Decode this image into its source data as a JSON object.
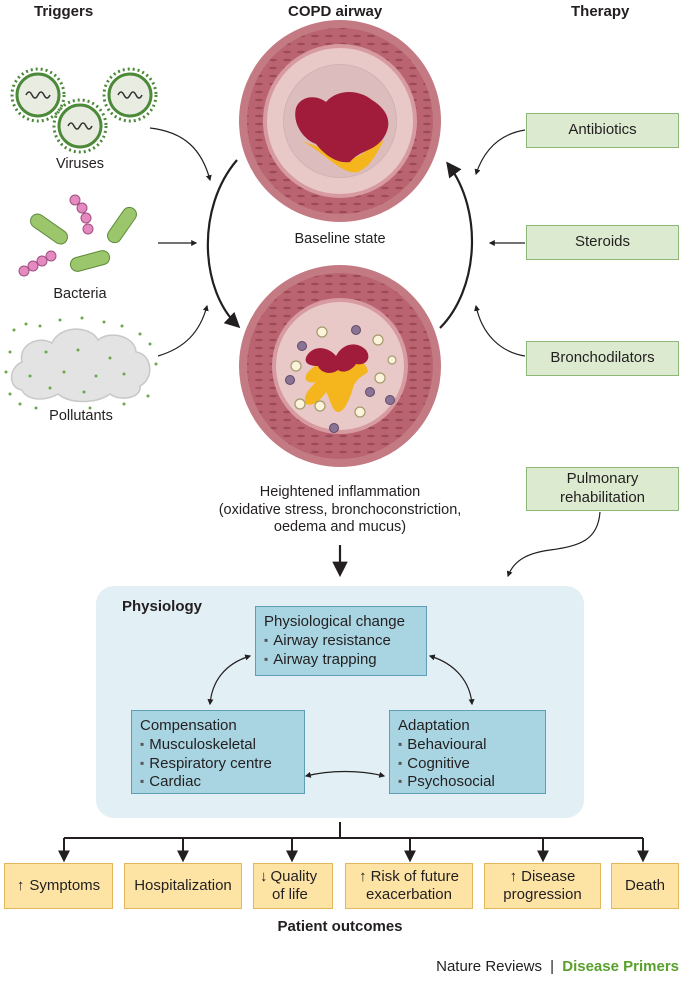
{
  "headers": {
    "triggers": "Triggers",
    "airway": "COPD airway",
    "therapy": "Therapy"
  },
  "triggers": {
    "viruses": "Viruses",
    "bacteria": "Bacteria",
    "pollutants": "Pollutants"
  },
  "airway": {
    "baseline": "Baseline state",
    "inflamed_line1": "Heightened inflammation",
    "inflamed_line2": "(oxidative stress,  bronchoconstriction,",
    "inflamed_line3": "oedema and mucus)"
  },
  "therapy": {
    "antibiotics": "Antibiotics",
    "steroids": "Steroids",
    "bronchodilators": "Bronchodilators",
    "rehab_line1": "Pulmonary",
    "rehab_line2": "rehabilitation"
  },
  "physiology": {
    "title": "Physiology",
    "change": {
      "title": "Physiological change",
      "items": [
        "Airway resistance",
        "Airway trapping"
      ]
    },
    "compensation": {
      "title": "Compensation",
      "items": [
        "Musculoskeletal",
        "Respiratory centre",
        "Cardiac"
      ]
    },
    "adaptation": {
      "title": "Adaptation",
      "items": [
        "Behavioural",
        "Cognitive",
        "Psychosocial"
      ]
    }
  },
  "outcomes": {
    "symptoms": "Symptoms",
    "hospitalization": "Hospitalization",
    "quality_line1": "Quality",
    "quality_line2": "of life",
    "risk_line1": "Risk of future",
    "risk_line2": "exacerbation",
    "disease_line1": "Disease",
    "disease_line2": "progression",
    "death": "Death",
    "caption": "Patient outcomes"
  },
  "footer": {
    "journal": "Nature Reviews",
    "separator": "|",
    "series": "Disease Primers",
    "series_color": "#5aa02c"
  },
  "colors": {
    "therapy_fill": "#dcebd0",
    "physiology_box": "#a9d5e2",
    "outcome_fill": "#fde4a5",
    "airway_wall": "#b9646f"
  }
}
